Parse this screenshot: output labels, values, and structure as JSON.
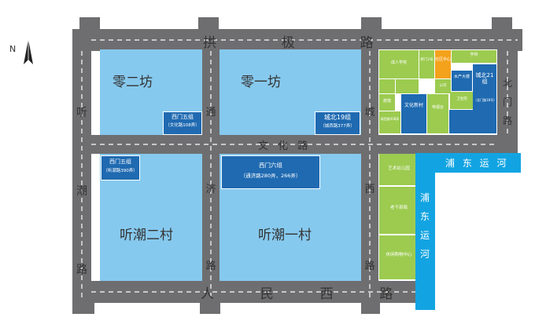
{
  "colors": {
    "road": "#6e6e70",
    "road_dash": "#ffffff",
    "block_light_blue": "#86c9ee",
    "block_dark_blue": "#1f6ab1",
    "block_green": "#9ccb50",
    "block_orange": "#f4a21c",
    "canal": "#12a4e2",
    "text_dark": "#333333"
  },
  "compass": {
    "north": "N"
  },
  "roads": {
    "top": "拱  极  路",
    "bottom": "人  民  西  路",
    "middle": "文 化 路",
    "left": "听潮路",
    "center": "通济路",
    "right": "城西路",
    "far_right": "北门路"
  },
  "canal": {
    "horizontal": "浦 东 运 河",
    "vertical": "浦东运河"
  },
  "areas": {
    "lingerfang": "零二坊",
    "lingyifang": "零一坊",
    "tingchao_ercun": "听潮二村",
    "tingchao_yicun": "听潮一村"
  },
  "notes": {
    "ximen5_top": {
      "name": "西门五组",
      "address": "（文化路108弄）"
    },
    "chengbei19": {
      "name": "城北19组",
      "address": "（城西路377弄）"
    },
    "ximen5_bottom": {
      "name": "西门五组",
      "address": "（听潮路390弄）"
    },
    "ximen6": {
      "name": "西门六组",
      "address": "（通济路280弄，266弄）"
    }
  },
  "ne_blocks": {
    "adult_school": "成人学校",
    "xinmen_village": "新门2号",
    "community_center": "社区中心",
    "school": "学校",
    "inn": "旅馆",
    "company": "公司",
    "tower": "水产大楼",
    "wenhua_xincun": "文化新村",
    "tv_station": "电视台",
    "hospital": "卫生院",
    "chengxi_lane": "城西路408弄",
    "chengbei21": "城北21组",
    "chengbei21_sub": "（北门路18号）"
  },
  "se_blocks": {
    "art_kindergarten": "艺术幼儿园",
    "elderly_home": "老干部局",
    "shopping_center": "休闲购物中心"
  }
}
